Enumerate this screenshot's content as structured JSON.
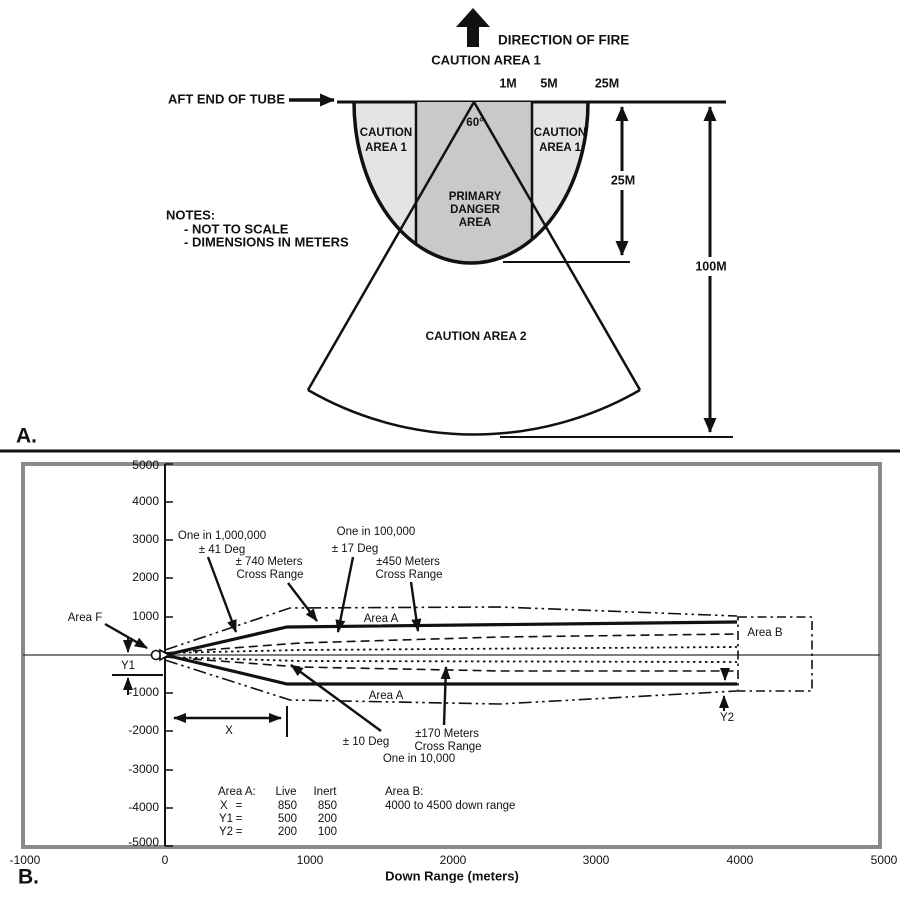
{
  "colors": {
    "light_gray": "#e4e4e4",
    "medium_gray": "#c9c9c9",
    "border_gray": "#8a8a8a",
    "line_black": "#111111"
  },
  "panel_a": {
    "label": "A.",
    "direction_of_fire": "DIRECTION OF FIRE",
    "caution_area_1_header": "CAUTION AREA 1",
    "marks": {
      "m1": "1M",
      "m5": "5M",
      "m25": "25M"
    },
    "aft_end_of_tube": "AFT END OF TUBE",
    "caution_left": {
      "l1": "CAUTION",
      "l2": "AREA 1"
    },
    "caution_right": {
      "l1": "CAUTION",
      "l2": "AREA 1"
    },
    "angle": "60°",
    "primary": {
      "l1": "PRIMARY",
      "l2": "DANGER",
      "l3": "AREA"
    },
    "caution_area_2": "CAUTION AREA 2",
    "dim_25m": "25M",
    "dim_100m": "100M",
    "notes_title": "NOTES:",
    "note1": "- NOT TO SCALE",
    "note2": "- DIMENSIONS IN METERS"
  },
  "panel_b": {
    "label": "B.",
    "xlabel": "Down Range (meters)",
    "x_ticks": [
      "-1000",
      "0",
      "1000",
      "2000",
      "3000",
      "4000",
      "5000"
    ],
    "y_ticks": [
      "5000",
      "4000",
      "3000",
      "2000",
      "1000",
      "-1000",
      "-2000",
      "-3000",
      "-4000",
      "-5000"
    ],
    "ann": {
      "million_1": "One in 1,000,000",
      "million_2": "± 41 Deg",
      "m740_1": "± 740 Meters",
      "m740_2": "Cross Range",
      "k100_1": "One in 100,000",
      "k100_2": "± 17 Deg",
      "m450_1": "±450 Meters",
      "m450_2": "Cross Range",
      "deg10": "± 10 Deg",
      "m170_1": "±170 Meters",
      "m170_2": "Cross Range",
      "m170_3": "One in 10,000",
      "area_f": "Area F",
      "area_a_top": "Area A",
      "area_a_bottom": "Area A",
      "area_b": "Area B",
      "y1": "Y1",
      "y2": "Y2",
      "x": "X"
    },
    "table": {
      "area_a_header": "Area A:",
      "col_live": "Live",
      "col_inert": "Inert",
      "rows": [
        {
          "name": "X",
          "eq": "=",
          "live": "850",
          "inert": "850"
        },
        {
          "name": "Y1",
          "eq": "=",
          "live": "500",
          "inert": "200"
        },
        {
          "name": "Y2",
          "eq": "=",
          "live": "200",
          "inert": "100"
        }
      ],
      "area_b_header": "Area B:",
      "area_b_value": "4000 to 4500 down range"
    }
  },
  "chart_data": {
    "type": "line",
    "title": "Surface danger zone — down range dispersion plot",
    "xlabel": "Down Range (meters)",
    "ylabel": "",
    "xlim": [
      -1000,
      5000
    ],
    "ylim": [
      -5000,
      5000
    ],
    "x_ticks": [
      -1000,
      0,
      1000,
      2000,
      3000,
      4000,
      5000
    ],
    "y_ticks": [
      5000,
      4000,
      3000,
      2000,
      1000,
      -1000,
      -2000,
      -3000,
      -4000,
      -5000
    ],
    "grid": false,
    "series": [
      {
        "name": "Area A upper boundary",
        "style": "solid-thick",
        "points": [
          [
            0,
            0
          ],
          [
            850,
            730
          ],
          [
            4000,
            870
          ]
        ]
      },
      {
        "name": "Area A lower boundary",
        "style": "solid-thick",
        "points": [
          [
            0,
            0
          ],
          [
            850,
            -760
          ],
          [
            4000,
            -770
          ]
        ]
      },
      {
        "name": "One in 100,000 upper (±450 m cross range, ± 17 deg)",
        "style": "dashed",
        "points": [
          [
            0,
            0
          ],
          [
            850,
            320
          ],
          [
            4000,
            550
          ]
        ]
      },
      {
        "name": "One in 100,000 lower",
        "style": "dashed",
        "points": [
          [
            0,
            0
          ],
          [
            850,
            -320
          ],
          [
            4000,
            -430
          ]
        ]
      },
      {
        "name": "One in 10,000 upper (±170 m cross range, ± 10 deg)",
        "style": "dotted",
        "points": [
          [
            0,
            0
          ],
          [
            850,
            130
          ],
          [
            4000,
            210
          ]
        ]
      },
      {
        "name": "One in 10,000 lower",
        "style": "dotted",
        "points": [
          [
            0,
            0
          ],
          [
            850,
            -160
          ],
          [
            4000,
            -180
          ]
        ]
      },
      {
        "name": "One in 1,000,000 upper (± 740 m cross range, ± 41 deg)",
        "style": "dash-dot-dot",
        "points": [
          [
            0,
            130
          ],
          [
            870,
            1230
          ],
          [
            2300,
            1260
          ],
          [
            4000,
            1020
          ]
        ]
      },
      {
        "name": "One in 1,000,000 lower",
        "style": "dash-dot-dot",
        "points": [
          [
            0,
            -130
          ],
          [
            870,
            -1180
          ],
          [
            2300,
            -1290
          ],
          [
            4000,
            -940
          ]
        ]
      }
    ],
    "area_b_rect": {
      "x": [
        4000,
        4500
      ],
      "y": [
        -950,
        1000
      ]
    },
    "key_values": {
      "X_live": 850,
      "X_inert": 850,
      "Y1_live": 500,
      "Y1_inert": 200,
      "Y2_live": 200,
      "Y2_inert": 100,
      "area_b_range": "4000 to 4500 down range"
    }
  }
}
